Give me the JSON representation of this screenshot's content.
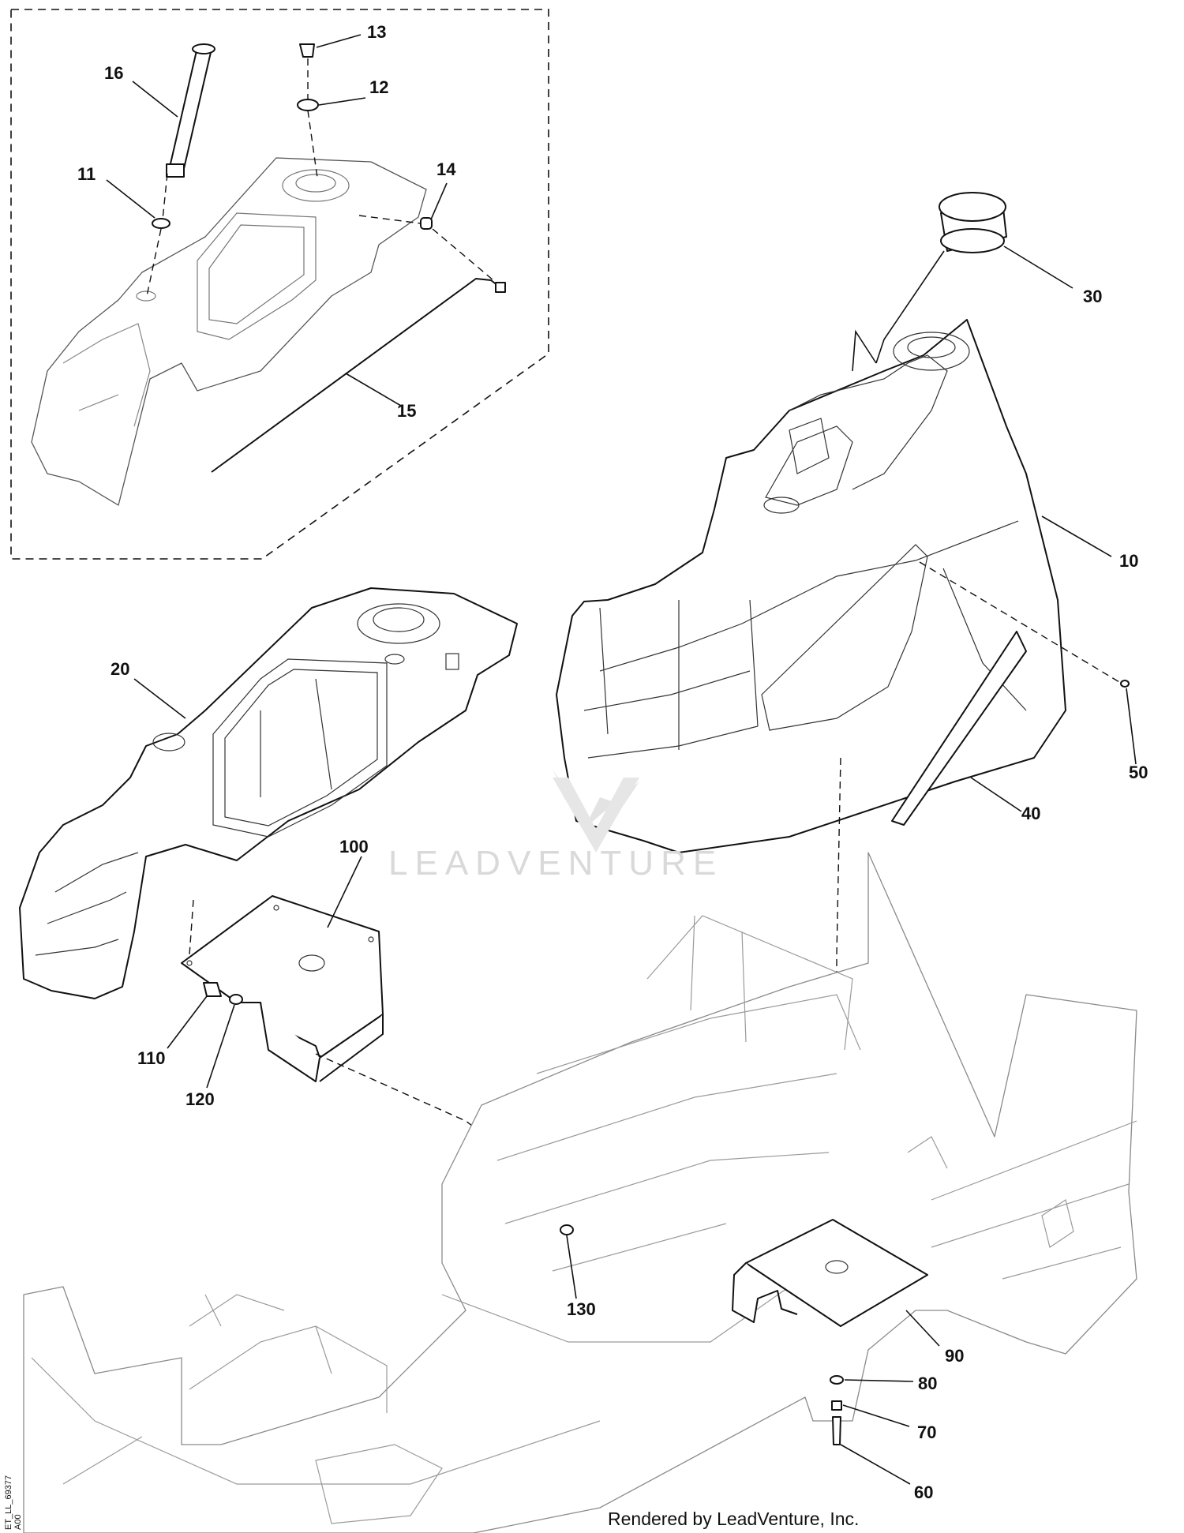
{
  "diagram": {
    "callouts": {
      "c10": "10",
      "c11": "11",
      "c12": "12",
      "c13": "13",
      "c14": "14",
      "c15": "15",
      "c16": "16",
      "c20": "20",
      "c30": "30",
      "c40": "40",
      "c50": "50",
      "c60": "60",
      "c70": "70",
      "c80": "80",
      "c90": "90",
      "c100": "100",
      "c110": "110",
      "c120": "120",
      "c130": "130"
    },
    "watermark": "LEADVENTURE",
    "footer": "Rendered by LeadVenture, Inc.",
    "side_id": "ET_LL_69377",
    "side_rev": "A00"
  },
  "colors": {
    "line": "#111111",
    "frame": "#8a8a8a",
    "watermark": "#d9d9d9"
  }
}
